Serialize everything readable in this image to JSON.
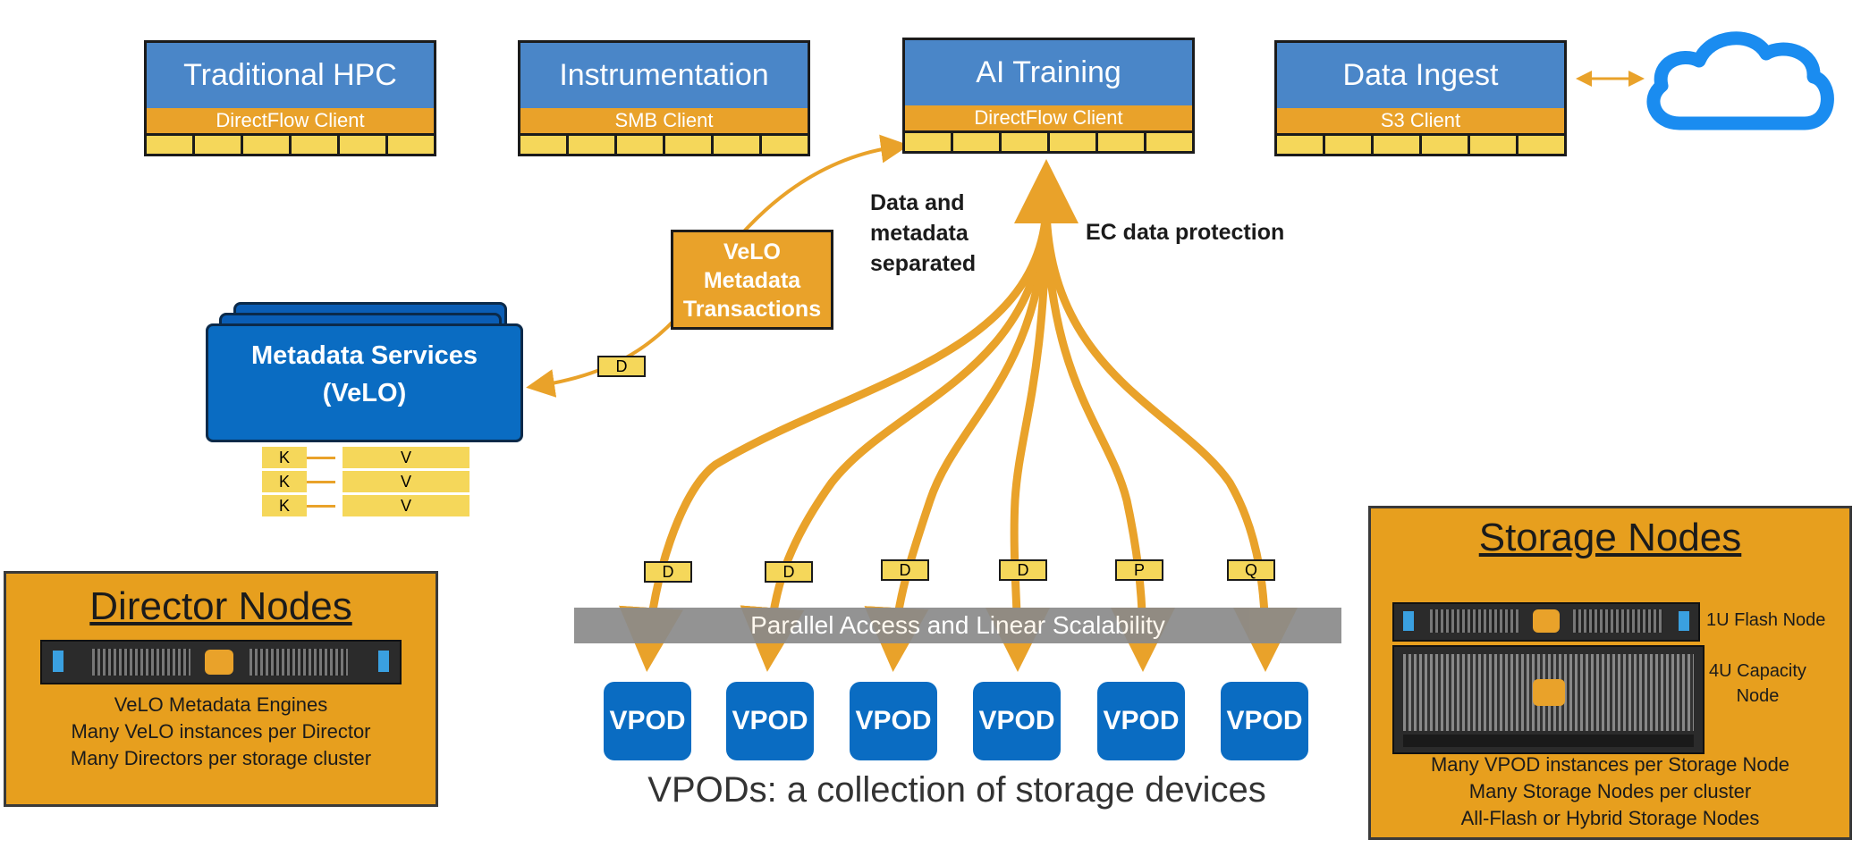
{
  "clients": [
    {
      "title": "Traditional HPC",
      "client": "DirectFlow Client"
    },
    {
      "title": "Instrumentation",
      "client": "SMB Client"
    },
    {
      "title": "AI Training",
      "client": "DirectFlow Client"
    },
    {
      "title": "Data Ingest",
      "client": "S3 Client"
    }
  ],
  "metadata_service": {
    "line1": "Metadata Services",
    "line2": "(VeLO)"
  },
  "velo_box": {
    "line1": "VeLO",
    "line2": "Metadata",
    "line3": "Transactions"
  },
  "kv": {
    "key": "K",
    "value": "V"
  },
  "notes": {
    "separated": [
      "Data and",
      "metadata",
      "separated"
    ],
    "ec": "EC data protection"
  },
  "tags": {
    "velo_tag": "D",
    "stripe": [
      "D",
      "D",
      "D",
      "D",
      "P",
      "Q"
    ]
  },
  "parallel_bar": "Parallel Access and Linear Scalability",
  "vpod_label": "VPOD",
  "vpods_caption": "VPODs: a collection of storage devices",
  "director": {
    "title": "Director Nodes",
    "lines": [
      "VeLO Metadata Engines",
      "Many VeLO instances per Director",
      "Many Directors per storage cluster"
    ]
  },
  "storage": {
    "title": "Storage Nodes",
    "flash_label": "1U Flash Node",
    "capacity_label_1": "4U  Capacity",
    "capacity_label_2": "Node",
    "lines": [
      "Many VPOD instances per Storage Node",
      "Many Storage Nodes per cluster",
      "All-Flash or Hybrid Storage Nodes"
    ]
  },
  "colors": {
    "blue": "#4a86c8",
    "orange": "#e9a22a",
    "yellow": "#f5d75a",
    "vpod": "#0a6cc2",
    "cloud": "#1a8cf0",
    "bar": "#8a8a8a"
  }
}
